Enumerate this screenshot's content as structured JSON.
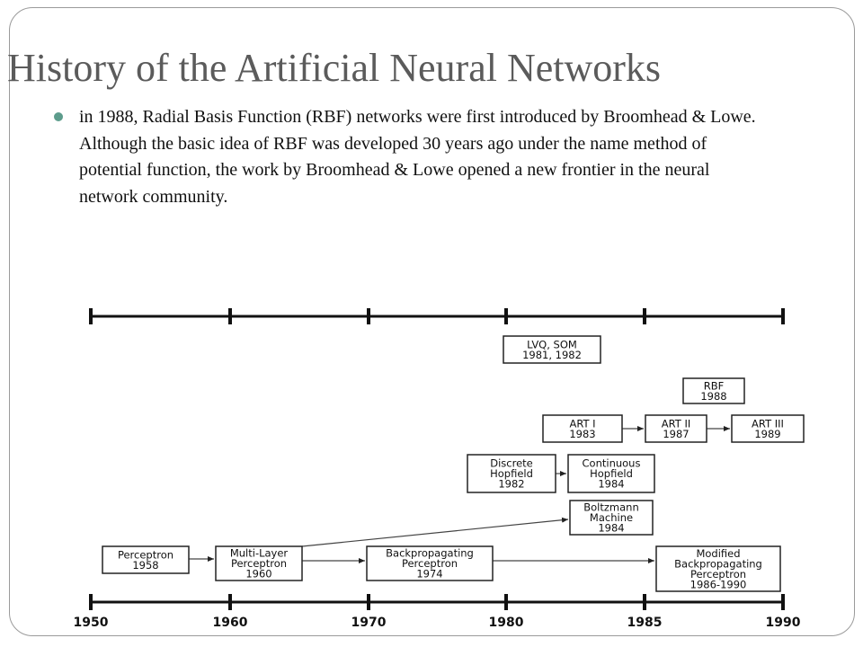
{
  "slide": {
    "title": "History of the Artificial Neural Networks",
    "bullet": "in 1988, Radial Basis Function (RBF) networks were first introduced by Broomhead & Lowe. Although the basic idea of RBF was developed 30 years ago under the name method of potential function, the work by Broomhead & Lowe opened a new frontier in the neural network community."
  },
  "diagram": {
    "timeline_years": [
      "1950",
      "1960",
      "1970",
      "1980",
      "1985",
      "1990"
    ],
    "nodes": [
      {
        "id": "perceptron",
        "lines": [
          "Perceptron",
          "1958"
        ]
      },
      {
        "id": "multilayer",
        "lines": [
          "Multi-Layer",
          "Perceptron",
          "1960"
        ]
      },
      {
        "id": "backprop",
        "lines": [
          "Backpropagating",
          "Perceptron",
          "1974"
        ]
      },
      {
        "id": "modified",
        "lines": [
          "Modified",
          "Backpropagating",
          "Perceptron",
          "1986-1990"
        ]
      },
      {
        "id": "boltzmann",
        "lines": [
          "Boltzmann",
          "Machine",
          "1984"
        ]
      },
      {
        "id": "discrete",
        "lines": [
          "Discrete",
          "Hopfield",
          "1982"
        ]
      },
      {
        "id": "continuous",
        "lines": [
          "Continuous",
          "Hopfield",
          "1984"
        ]
      },
      {
        "id": "art1",
        "lines": [
          "ART I",
          "1983"
        ]
      },
      {
        "id": "art2",
        "lines": [
          "ART II",
          "1987"
        ]
      },
      {
        "id": "art3",
        "lines": [
          "ART III",
          "1989"
        ]
      },
      {
        "id": "rbf",
        "lines": [
          "RBF",
          "1988"
        ]
      },
      {
        "id": "lvq",
        "lines": [
          "LVQ, SOM",
          "1981, 1982"
        ]
      }
    ],
    "edges": [
      [
        "perceptron",
        "multilayer"
      ],
      [
        "multilayer",
        "backprop"
      ],
      [
        "backprop",
        "modified"
      ],
      [
        "multilayer",
        "boltzmann"
      ],
      [
        "discrete",
        "continuous"
      ],
      [
        "art1",
        "art2"
      ],
      [
        "art2",
        "art3"
      ]
    ]
  }
}
